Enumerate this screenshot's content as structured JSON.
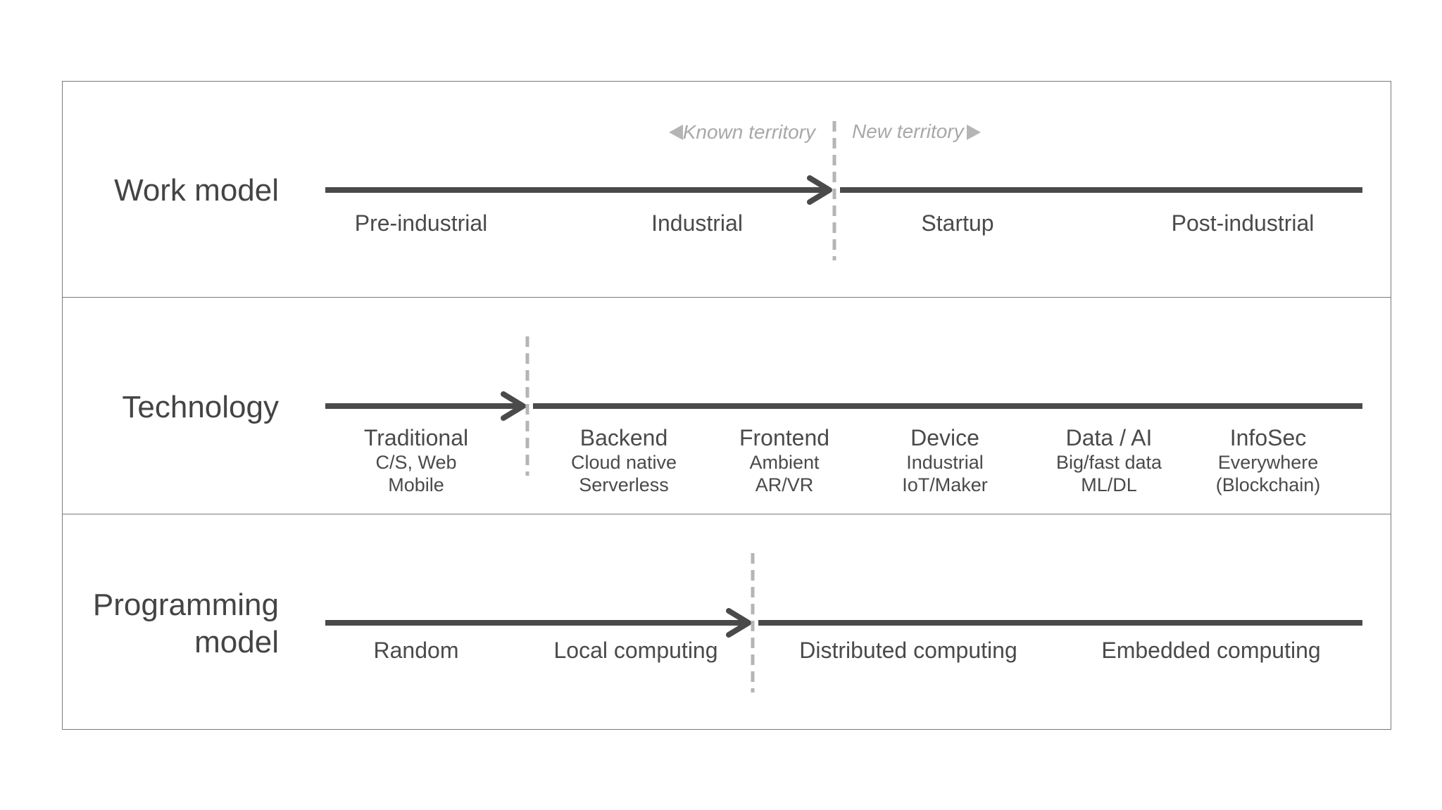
{
  "territory": {
    "known": "Known territory",
    "new": "New territory"
  },
  "rows": [
    {
      "label": "Work model",
      "stages": [
        {
          "name": "Pre-industrial"
        },
        {
          "name": "Industrial"
        },
        {
          "name": "Startup"
        },
        {
          "name": "Post-industrial"
        }
      ]
    },
    {
      "label": "Technology",
      "stages": [
        {
          "name": "Traditional",
          "sub1": "C/S, Web",
          "sub2": "Mobile"
        },
        {
          "name": "Backend",
          "sub1": "Cloud native",
          "sub2": "Serverless"
        },
        {
          "name": "Frontend",
          "sub1": "Ambient",
          "sub2": "AR/VR"
        },
        {
          "name": "Device",
          "sub1": "Industrial",
          "sub2": "IoT/Maker"
        },
        {
          "name": "Data / AI",
          "sub1": "Big/fast data",
          "sub2": "ML/DL"
        },
        {
          "name": "InfoSec",
          "sub1": "Everywhere",
          "sub2": "(Blockchain)"
        }
      ]
    },
    {
      "label": "Programming\nmodel",
      "stages": [
        {
          "name": "Random"
        },
        {
          "name": "Local computing"
        },
        {
          "name": "Distributed computing"
        },
        {
          "name": "Embedded computing"
        }
      ]
    }
  ],
  "colors": {
    "line": "#4a4a4a",
    "divider": "#b5b5b5",
    "territory": "#a8a8a8"
  }
}
